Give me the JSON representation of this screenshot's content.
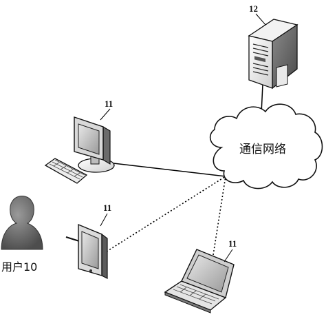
{
  "network": {
    "label": "通信网络"
  },
  "server": {
    "id_label": "12"
  },
  "devices": [
    {
      "kind": "desktop",
      "id_label": "11",
      "link": "solid"
    },
    {
      "kind": "tablet",
      "id_label": "11",
      "link": "dotted"
    },
    {
      "kind": "laptop",
      "id_label": "11",
      "link": "dotted"
    }
  ],
  "user": {
    "label": "用户10"
  }
}
